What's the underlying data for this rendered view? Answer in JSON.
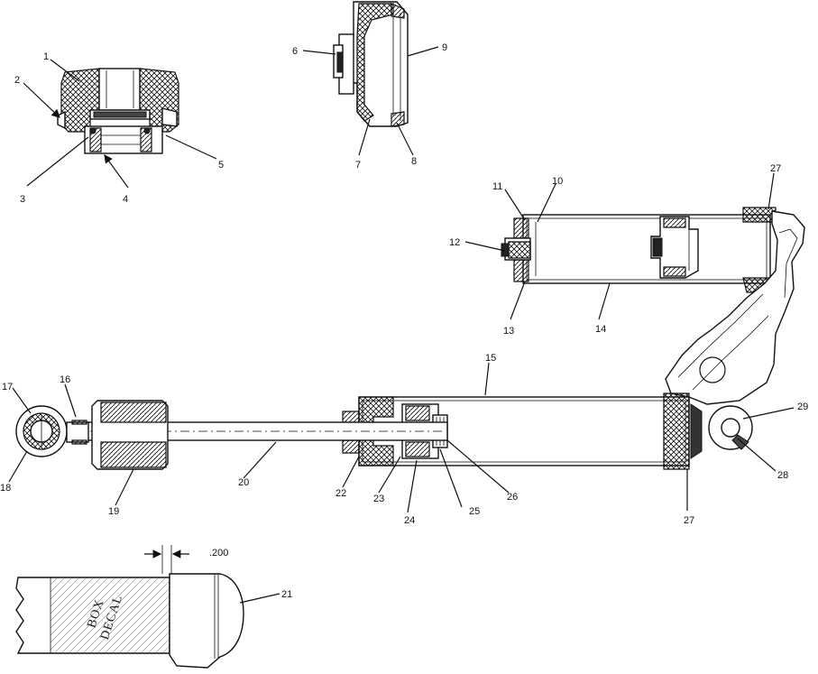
{
  "labels": {
    "l1": "1",
    "l2": "2",
    "l3": "3",
    "l4": "4",
    "l5": "5",
    "l6": "6",
    "l7": "7",
    "l8": "8",
    "l9": "9",
    "l10": "10",
    "l11": "11",
    "l12": "12",
    "l13": "13",
    "l14": "14",
    "l15": "15",
    "l16": "16",
    "l17": "17",
    "l18": "18",
    "l19": "19",
    "l20": "20",
    "l21": "21",
    "l22": "22",
    "l23": "23",
    "l24": "24",
    "l25": "25",
    "l26": "26",
    "l27a": "27",
    "l27b": "27",
    "l28": "28",
    "l29": "29"
  },
  "dimension": ".200",
  "decal": {
    "line1": "BOX",
    "line2": "DECAL"
  }
}
